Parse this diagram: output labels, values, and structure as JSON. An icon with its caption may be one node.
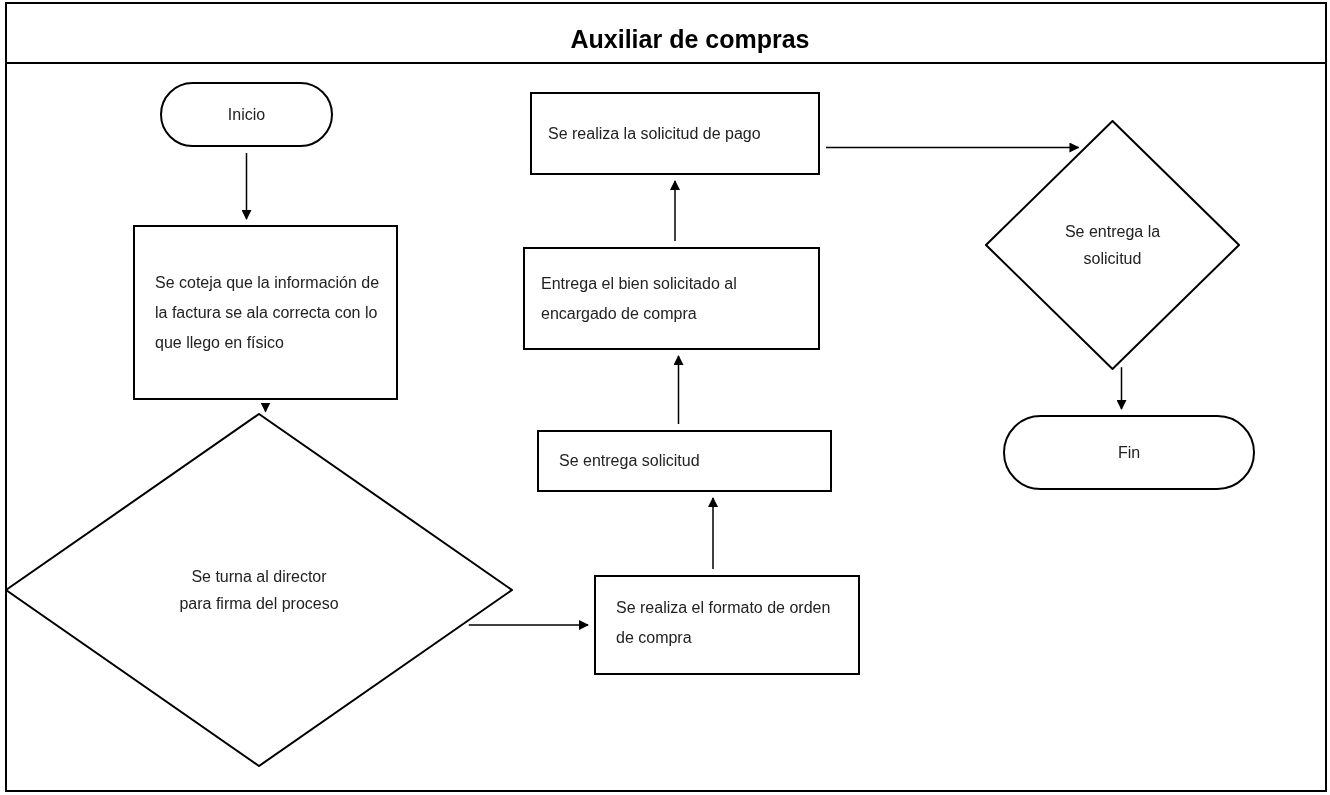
{
  "diagram": {
    "title": "Auxiliar de compras",
    "nodes": [
      {
        "text": [
          "Inicio"
        ]
      },
      {
        "text": [
          "Se coteja que la información de la factura se ala correcta con lo que llego en físico"
        ]
      },
      {
        "text": [
          "Se turna al director para firma del proceso"
        ]
      },
      {
        "text": [
          "Se realiza el formato de orden de compra"
        ]
      },
      {
        "text": [
          "Se entrega solicitud"
        ]
      },
      {
        "text": [
          "Entrega el bien solicitado al encargado de compra"
        ]
      },
      {
        "text": [
          "Se realiza la solicitud de pago"
        ]
      },
      {
        "text": [
          "Se entrega la solicitud"
        ]
      },
      {
        "text": [
          "Fin"
        ]
      }
    ],
    "edges": [
      {
        "from": 0,
        "to": 1,
        "arrow": "to"
      },
      {
        "from": 1,
        "to": 2,
        "arrow": "to"
      },
      {
        "from": 2,
        "to": 3,
        "arrow": "to"
      },
      {
        "from": 3,
        "to": 4,
        "arrow": "to"
      },
      {
        "from": 4,
        "to": 5,
        "arrow": "to"
      },
      {
        "from": 5,
        "to": 6,
        "arrow": "to"
      },
      {
        "from": 6,
        "to": 7,
        "arrow": "to"
      },
      {
        "from": 7,
        "to": 8,
        "arrow": "to"
      }
    ]
  }
}
